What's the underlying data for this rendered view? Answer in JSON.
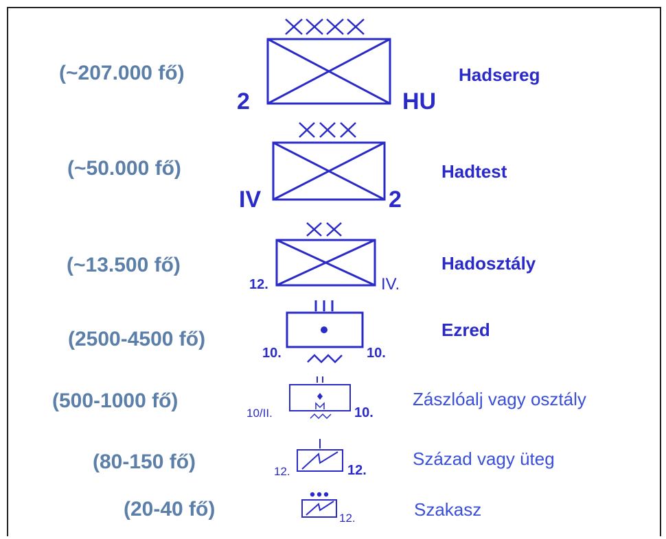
{
  "units": [
    {
      "count": "(~207.000 fő)",
      "rank": "Hadsereg",
      "echelon_mark": "XXXX",
      "left_label": "2",
      "right_label": "HU"
    },
    {
      "count": "(~50.000 fő)",
      "rank": "Hadtest",
      "echelon_mark": "XXX",
      "left_label": "IV",
      "right_label": "2"
    },
    {
      "count": "(~13.500 fő)",
      "rank": "Hadosztály",
      "echelon_mark": "XX",
      "left_label": "12.",
      "right_label": "IV."
    },
    {
      "count": "(2500-4500  fő)",
      "rank": "Ezred",
      "echelon_mark": "III",
      "left_label": "10.",
      "right_label": "10."
    },
    {
      "count": "(500-1000 fő)",
      "rank": "Zászlóalj vagy osztály",
      "echelon_mark": "II",
      "left_label": "10/II.",
      "right_label": "10."
    },
    {
      "count": "(80-150 fő)",
      "rank": "Század vagy üteg",
      "echelon_mark": "I",
      "left_label": "12.",
      "right_label": "12."
    },
    {
      "count": "(20-40 fő)",
      "rank": "Szakasz",
      "echelon_mark": "•••",
      "left_label": "",
      "right_label": "12."
    }
  ],
  "colors": {
    "symbol": "#2a2ac8",
    "count": "#5b7fa8"
  }
}
